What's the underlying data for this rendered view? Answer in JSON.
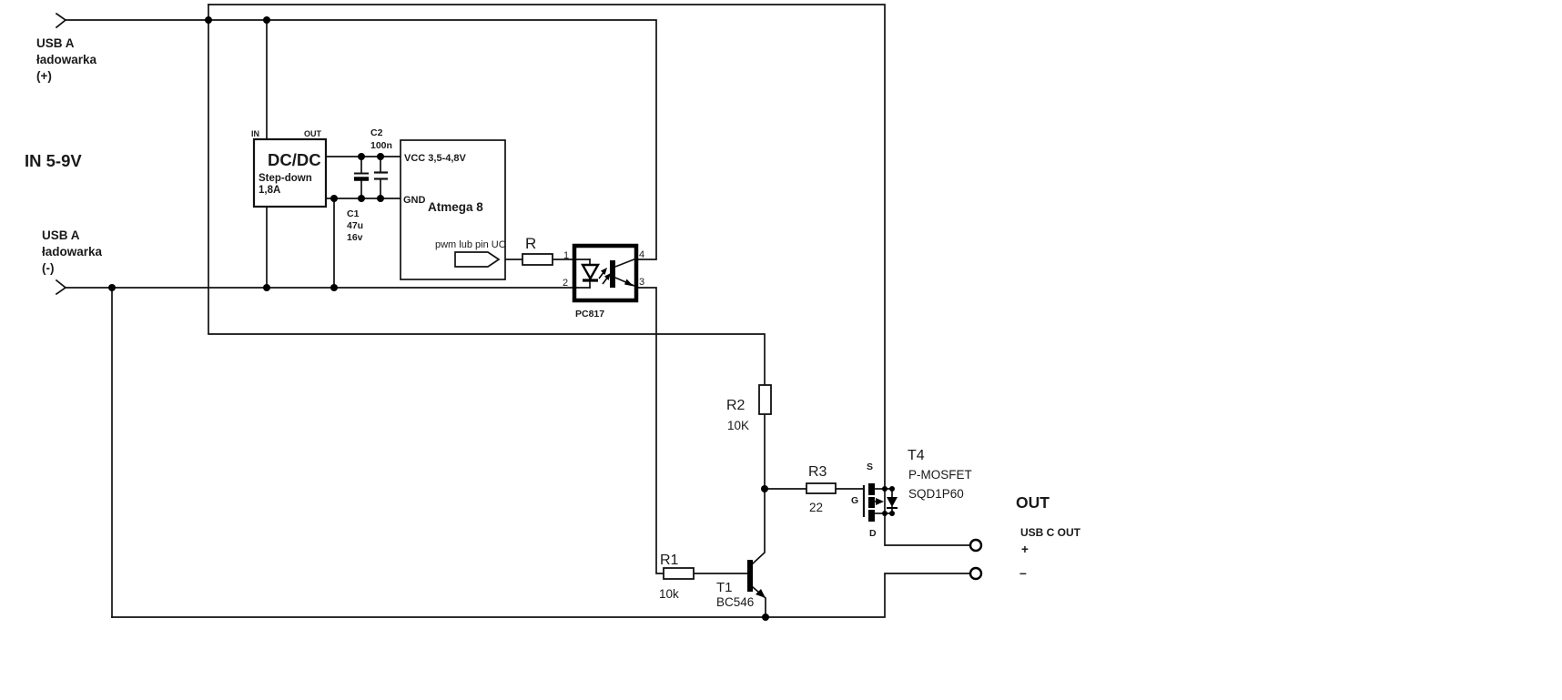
{
  "colors": {
    "line": "#111111",
    "text": "#1a1a1a",
    "background": "#ffffff"
  },
  "input": {
    "usb_plus": {
      "line1": "USB  A",
      "line2": "ładowarka",
      "line3": "(+)"
    },
    "voltage": "IN 5-9V",
    "usb_minus": {
      "line1": "USB  A",
      "line2": "ładowarka",
      "line3": "(-)"
    }
  },
  "dcdc": {
    "pin_in": "IN",
    "pin_out": "OUT",
    "title": "DC/DC",
    "line1": "Step-down",
    "line2": "1,8A"
  },
  "capacitors": {
    "c1": {
      "name": "C1",
      "value": "47u",
      "voltage": "16v"
    },
    "c2": {
      "name": "C2",
      "value": "100n"
    }
  },
  "mcu": {
    "vcc": "VCC 3,5-4,8V",
    "gnd": "GND",
    "name": "Atmega 8",
    "pwm_label": "pwm  lub pin UC"
  },
  "resistors": {
    "r": {
      "name": "R"
    },
    "r1": {
      "name": "R1",
      "value": "10k"
    },
    "r2": {
      "name": "R2",
      "value": "10K"
    },
    "r3": {
      "name": "R3",
      "value": "22"
    }
  },
  "optocoupler": {
    "name": "PC817",
    "pin1": "1",
    "pin2": "2",
    "pin3": "3",
    "pin4": "4"
  },
  "transistor": {
    "name": "T1",
    "part": "BC546"
  },
  "mosfet": {
    "name": "T4",
    "type": "P-MOSFET",
    "part": "SQD1P60",
    "source": "S",
    "gate": "G",
    "drain": "D"
  },
  "output": {
    "title": "OUT",
    "subtitle": "USB C OUT",
    "plus": "+",
    "minus": "–"
  }
}
